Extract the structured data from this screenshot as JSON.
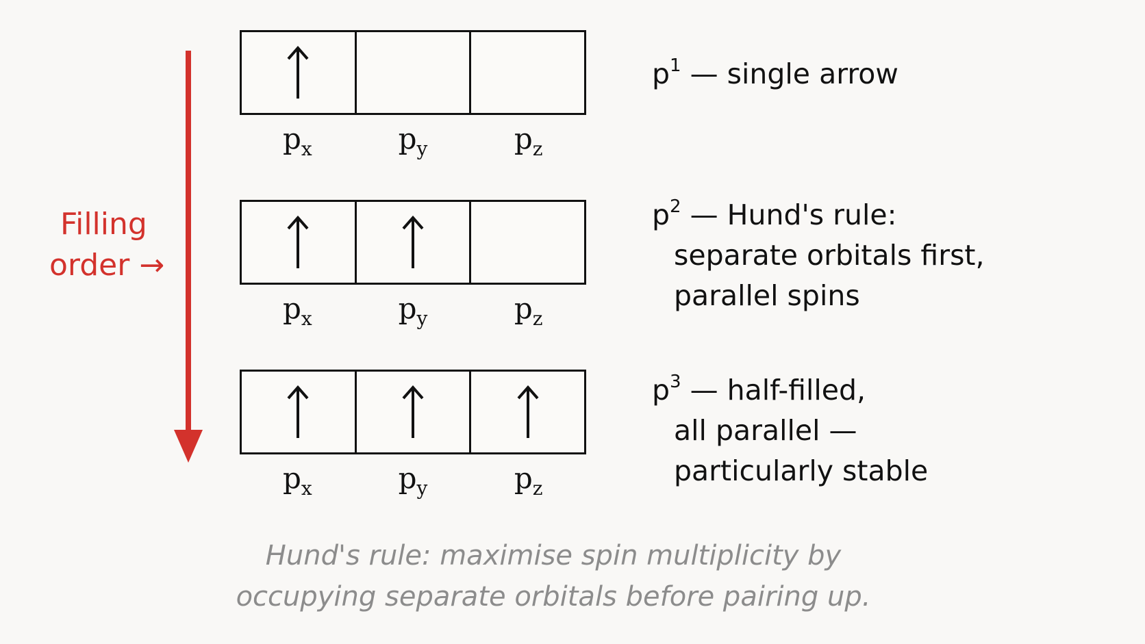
{
  "filling_order": {
    "line1": "Filling",
    "line2": "order →",
    "color": "#d3322c"
  },
  "orbital_labels": [
    "p",
    "p",
    "p"
  ],
  "orbital_subscripts": [
    "x",
    "y",
    "z"
  ],
  "rows": [
    {
      "occupancy": [
        1,
        0,
        0
      ],
      "config_base": "p",
      "config_sup": "1",
      "lines": [
        "— single arrow"
      ]
    },
    {
      "occupancy": [
        1,
        1,
        0
      ],
      "config_base": "p",
      "config_sup": "2",
      "lines": [
        "— Hund's rule:",
        "separate orbitals first,",
        "parallel spins"
      ]
    },
    {
      "occupancy": [
        1,
        1,
        1
      ],
      "config_base": "p",
      "config_sup": "3",
      "lines": [
        "— half-filled,",
        "all parallel —",
        "particularly stable"
      ]
    }
  ],
  "spin_arrow_glyph": "↑",
  "caption": {
    "line1": "Hund's rule: maximise spin multiplicity by",
    "line2": "occupying separate orbitals before pairing up."
  }
}
